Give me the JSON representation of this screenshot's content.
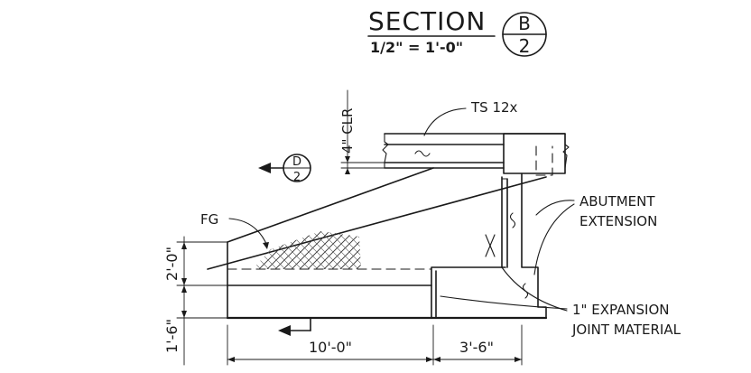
{
  "title": {
    "section_word": "SECTION",
    "scale": "1/2\" = 1'-0\"",
    "bubble_top": "B",
    "bubble_bottom": "2"
  },
  "ref_bubble": {
    "top": "D",
    "bottom": "2"
  },
  "labels": {
    "ts": "TS 12x",
    "clear": "4\" CLR",
    "fg": "FG",
    "abutment_line1": "ABUTMENT",
    "abutment_line2": "EXTENSION",
    "joint_line1": "1\" EXPANSION",
    "joint_line2": "JOINT MATERIAL"
  },
  "dimensions": {
    "horizontal_1": "10'-0\"",
    "horizontal_2": "3'-6\"",
    "vertical_1": "2'-0\"",
    "vertical_2": "1'-6\""
  }
}
